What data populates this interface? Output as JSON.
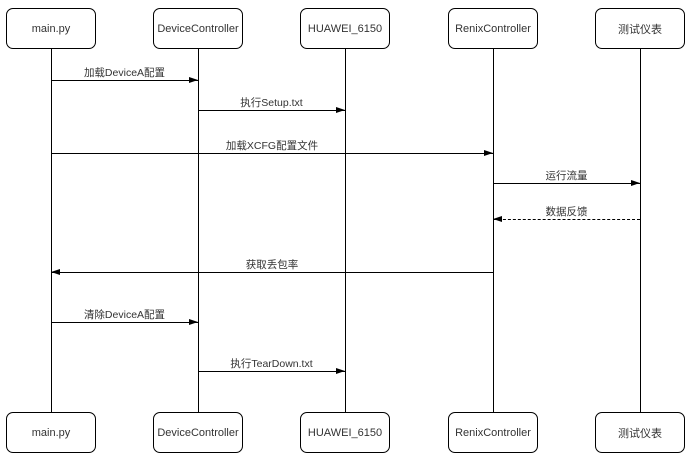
{
  "diagram": {
    "type": "sequence-diagram",
    "colors": {
      "background": "#ffffff",
      "stroke": "#000000",
      "text": "#333333"
    },
    "participants": [
      {
        "name": "main.py"
      },
      {
        "name": "DeviceController"
      },
      {
        "name": "HUAWEI_6150"
      },
      {
        "name": "RenixController"
      },
      {
        "name": "测试仪表"
      }
    ],
    "messages": [
      {
        "label": "加载DeviceA配置",
        "from": "main.py",
        "to": "DeviceController",
        "style": "solid"
      },
      {
        "label": "执行Setup.txt",
        "from": "DeviceController",
        "to": "HUAWEI_6150",
        "style": "solid"
      },
      {
        "label": "加载XCFG配置文件",
        "from": "main.py",
        "to": "RenixController",
        "style": "solid"
      },
      {
        "label": "运行流量",
        "from": "RenixController",
        "to": "测试仪表",
        "style": "solid"
      },
      {
        "label": "数据反馈",
        "from": "测试仪表",
        "to": "RenixController",
        "style": "dashed"
      },
      {
        "label": "获取丢包率",
        "from": "RenixController",
        "to": "main.py",
        "style": "solid"
      },
      {
        "label": "清除DeviceA配置",
        "from": "main.py",
        "to": "DeviceController",
        "style": "solid"
      },
      {
        "label": "执行TearDown.txt",
        "from": "DeviceController",
        "to": "HUAWEI_6150",
        "style": "solid"
      }
    ]
  }
}
